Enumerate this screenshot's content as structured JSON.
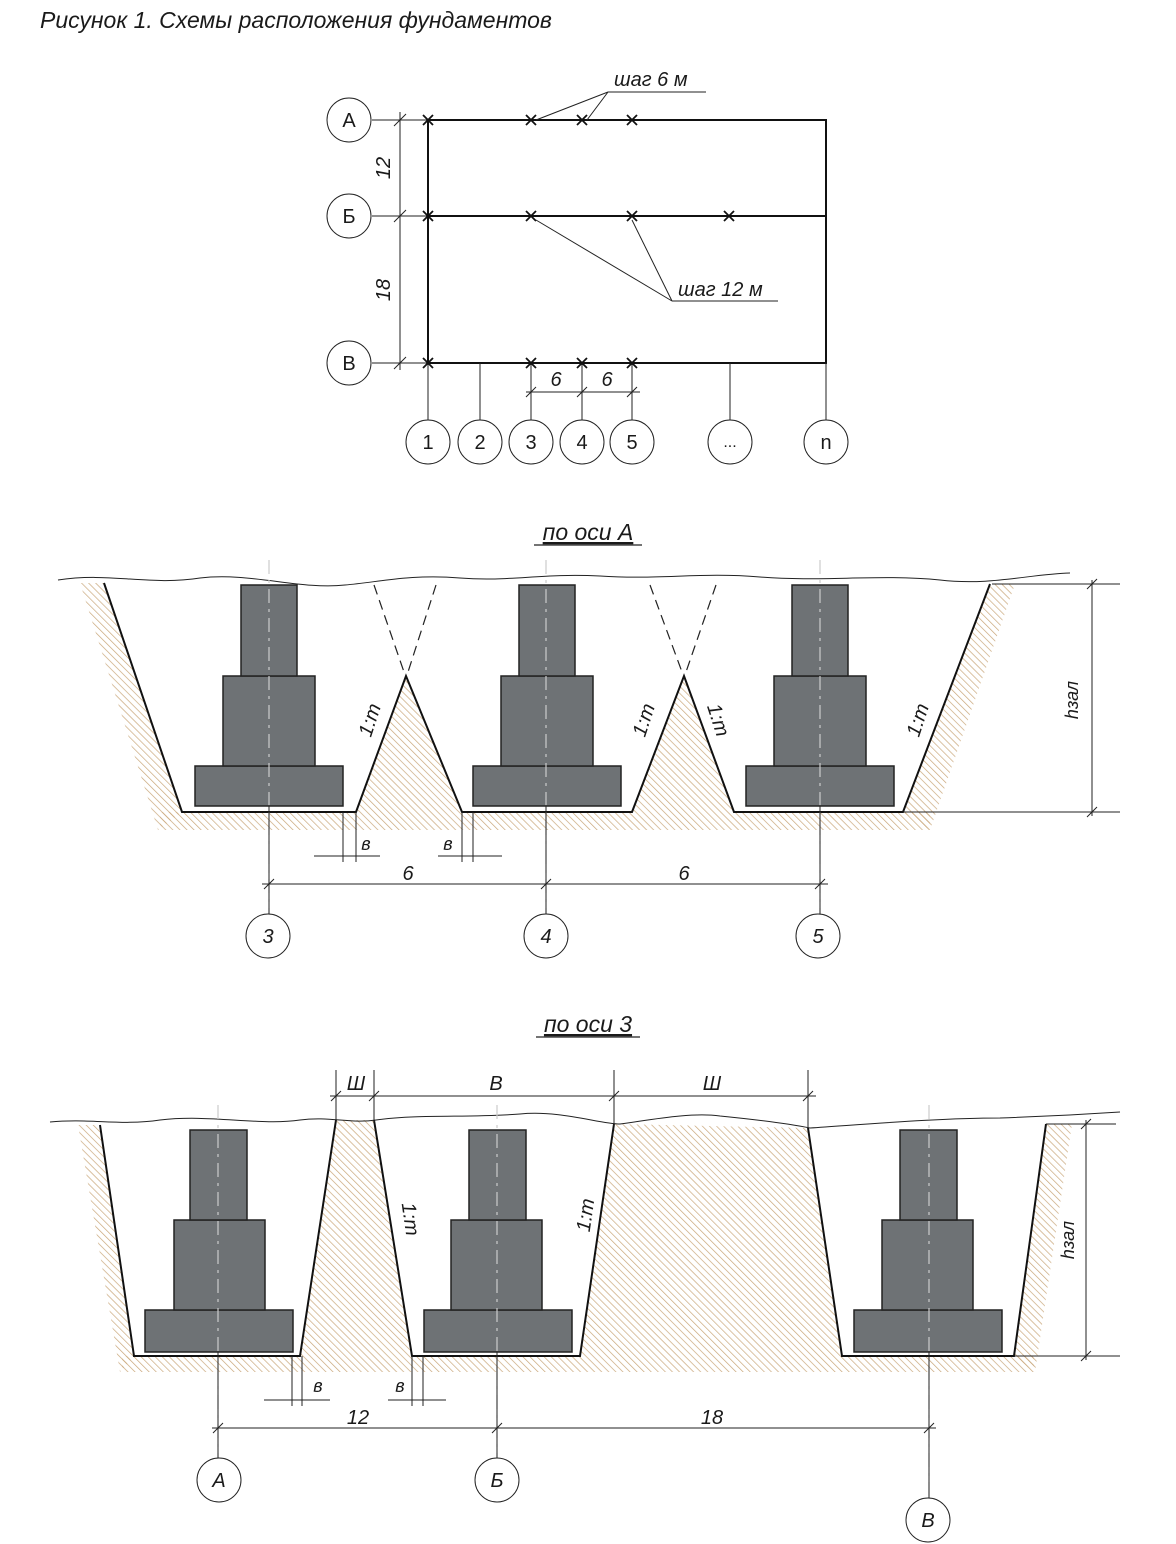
{
  "title": "Рисунок 1. Схемы расположения фундаментов",
  "plan": {
    "row_labels": [
      "А",
      "Б",
      "В"
    ],
    "column_labels": [
      "1",
      "2",
      "3",
      "4",
      "5",
      "...",
      "n"
    ],
    "dim_12": "12",
    "dim_18": "18",
    "step_6_label": "шаг 6 м",
    "step_12_label": "шаг 12 м",
    "dim_6a": "6",
    "dim_6b": "6"
  },
  "section_a": {
    "title": "по оси А",
    "slope_labels": [
      "1:m",
      "1:m",
      "1:m",
      "1:m"
    ],
    "b_labels": [
      "в",
      "в"
    ],
    "dims": [
      "6",
      "6"
    ],
    "height_label": "hзал",
    "axis_labels": [
      "3",
      "4",
      "5"
    ]
  },
  "section_3": {
    "title": "по оси 3",
    "top_dims": [
      "Ш",
      "В",
      "Ш"
    ],
    "slope_labels": [
      "1:m",
      "1:m"
    ],
    "b_labels": [
      "в",
      "в"
    ],
    "dims": [
      "12",
      "18"
    ],
    "height_label": "hзал",
    "axis_labels": [
      "А",
      "Б",
      "В"
    ]
  },
  "colors": {
    "footing": "#6e7275",
    "soil_hatch": "#c9a77a"
  }
}
